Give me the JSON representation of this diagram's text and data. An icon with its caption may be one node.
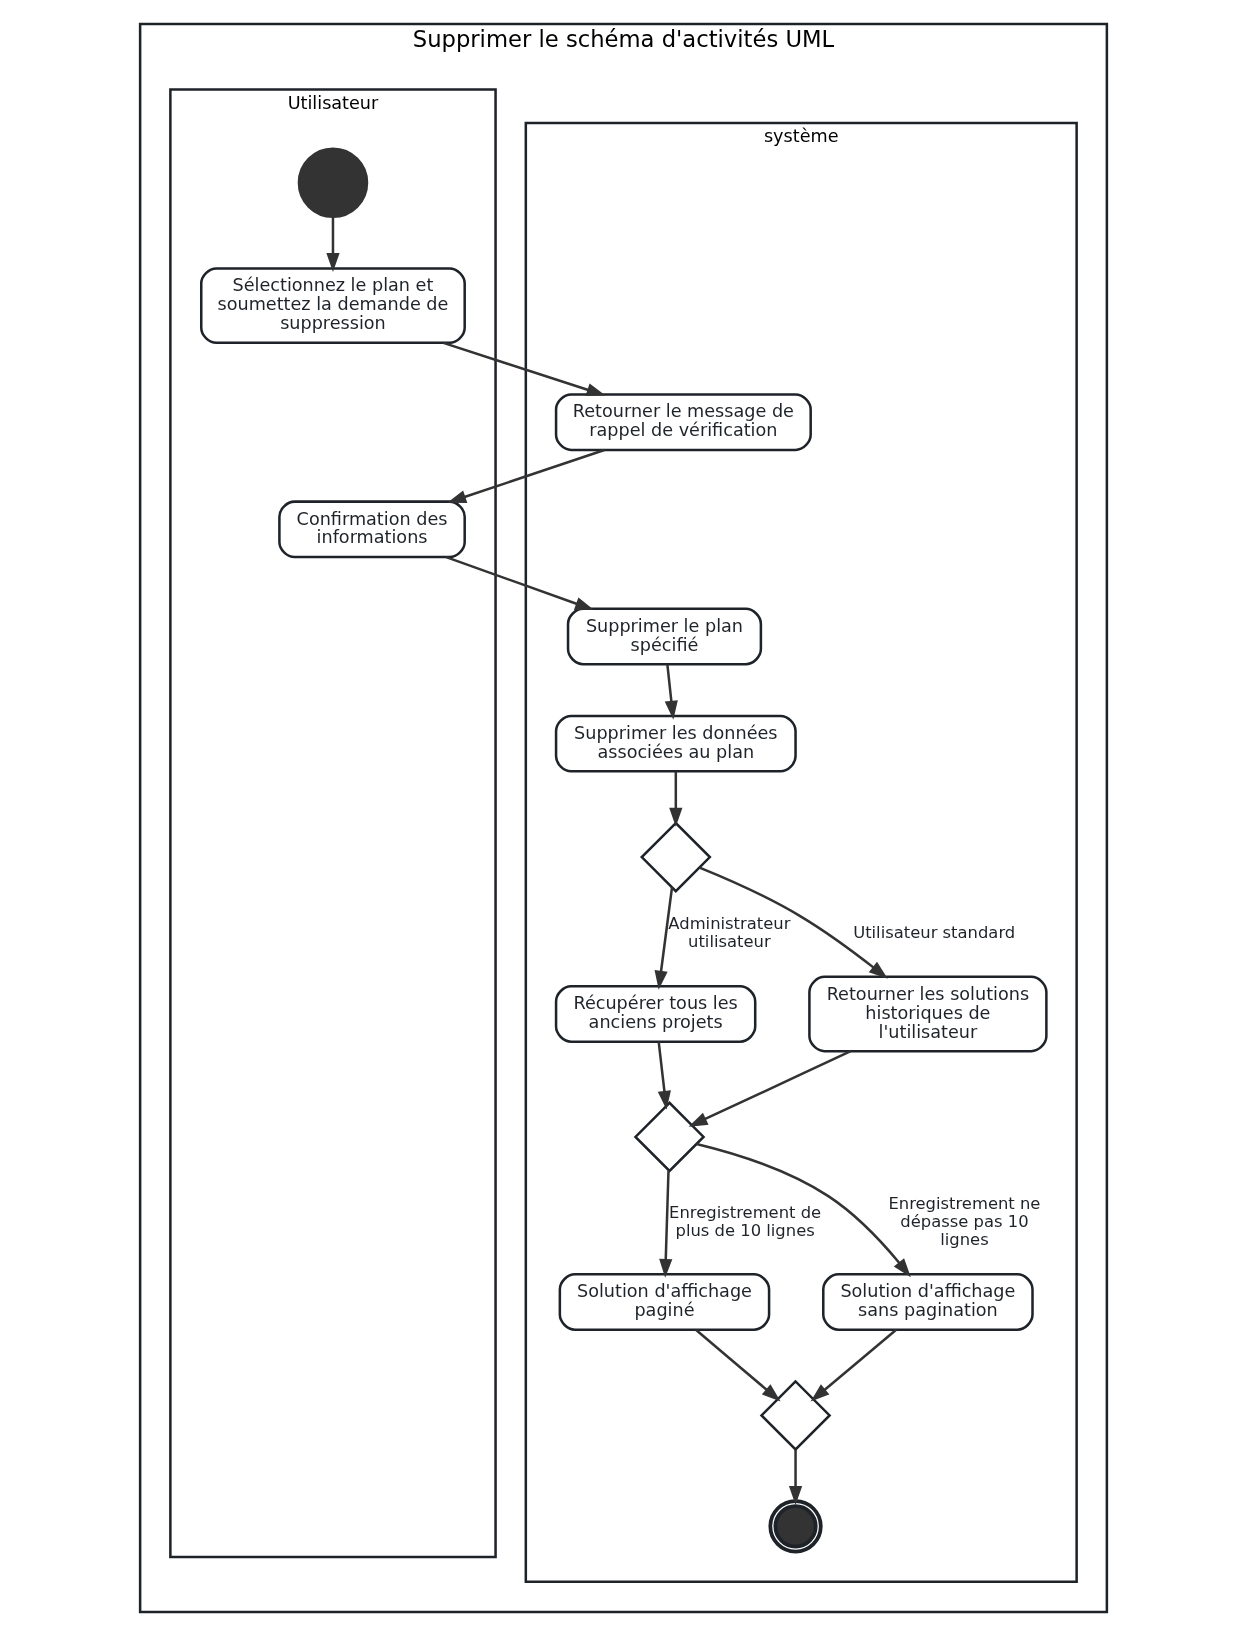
{
  "diagram": {
    "nodes": [
      {
        "text": [
          "Supprimer le schéma d'activités UML"
        ]
      },
      {
        "text": [
          "Utilisateur"
        ],
        "in": 0
      },
      {
        "text": [
          "système"
        ],
        "in": 0
      },
      {
        "text": [],
        "shape": "circle",
        "in": 1
      },
      {
        "text": [
          "Sélectionnez le plan et soumettez la demande de suppression"
        ],
        "in": 1
      },
      {
        "text": [
          "Retourner le message de rappel de vérification"
        ],
        "in": 2
      },
      {
        "text": [
          "Confirmation des informations"
        ],
        "in": 1
      },
      {
        "text": [
          "Supprimer le plan spécifié"
        ],
        "in": 2
      },
      {
        "text": [
          "Supprimer les données associées au plan"
        ],
        "in": 2
      },
      {
        "text": [],
        "shape": "diamond",
        "in": 2
      },
      {
        "text": [
          "Récupérer tous les anciens projets"
        ],
        "in": 2
      },
      {
        "text": [
          "Retourner les solutions historiques de l'utilisateur"
        ],
        "in": 2
      },
      {
        "text": [],
        "shape": "diamond",
        "in": 2
      },
      {
        "text": [
          "Solution d'affichage paginé"
        ],
        "in": 2
      },
      {
        "text": [
          "Solution d'affichage sans pagination"
        ],
        "in": 2
      },
      {
        "text": [],
        "shape": "diamond",
        "in": 2
      },
      {
        "text": [],
        "shape": "circle",
        "in": 2
      }
    ],
    "edges": [
      {
        "from": 3,
        "to": 4,
        "arrow": "to"
      },
      {
        "from": 4,
        "to": 5,
        "arrow": "to"
      },
      {
        "from": 5,
        "to": 6,
        "arrow": "to"
      },
      {
        "from": 6,
        "to": 7,
        "arrow": "to"
      },
      {
        "from": 7,
        "to": 8,
        "arrow": "to"
      },
      {
        "from": 8,
        "to": 9,
        "arrow": "to"
      },
      {
        "from": 9,
        "to": 10,
        "arrow": "to",
        "label": "Administrateur utilisateur"
      },
      {
        "from": 9,
        "to": 11,
        "arrow": "to",
        "label": "Utilisateur standard"
      },
      {
        "from": 10,
        "to": 12,
        "arrow": "to"
      },
      {
        "from": 11,
        "to": 12,
        "arrow": "to"
      },
      {
        "from": 12,
        "to": 13,
        "arrow": "to",
        "label": "Enregistrement de plus de 10 lignes"
      },
      {
        "from": 12,
        "to": 14,
        "arrow": "to",
        "label": "Enregistrement ne dépasse pas 10 lignes"
      },
      {
        "from": 13,
        "to": 15,
        "arrow": "to"
      },
      {
        "from": 14,
        "to": 15,
        "arrow": "to"
      },
      {
        "from": 15,
        "to": 16,
        "arrow": "to"
      }
    ]
  }
}
